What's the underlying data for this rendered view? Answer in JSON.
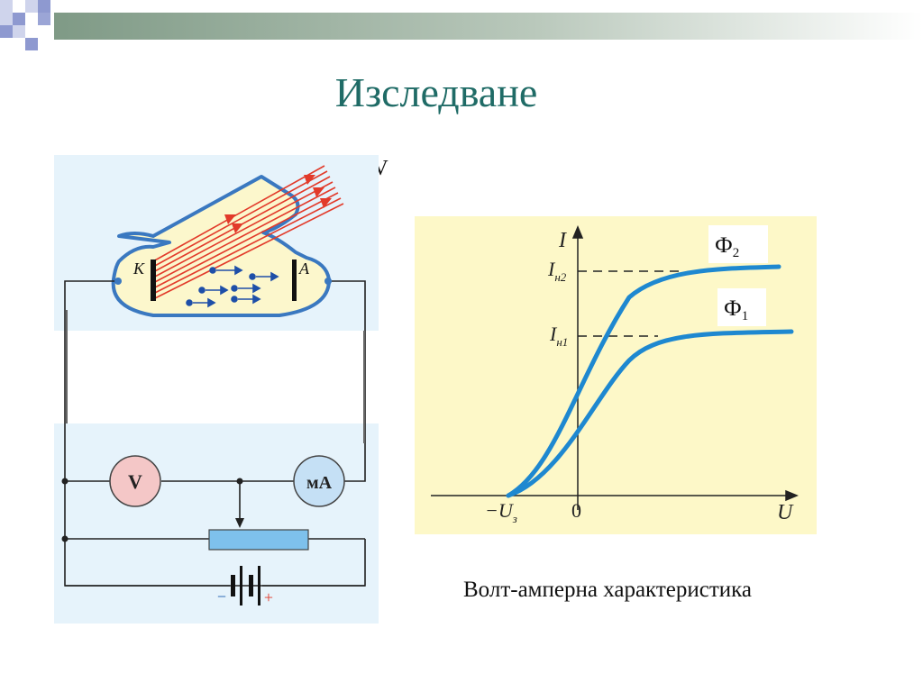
{
  "slide": {
    "title": "Изследване",
    "uv_label": "UV",
    "caption": "Волт-амперна характеристика"
  },
  "circuit": {
    "cathode_label": "K",
    "anode_label": "A",
    "voltmeter_label": "V",
    "ammeter_label": "мА",
    "battery_minus": "−",
    "battery_plus": "+"
  },
  "graph": {
    "y_axis_label": "I",
    "x_axis_label": "U",
    "origin_label": "0",
    "stopping_voltage_label": "−U",
    "stopping_voltage_sub": "з",
    "saturation_label_high": "I",
    "saturation_label_high_sub": "н2",
    "saturation_label_low": "I",
    "saturation_label_low_sub": "н1",
    "curve_high_label": "Ф",
    "curve_high_sub": "2",
    "curve_low_label": "Ф",
    "curve_low_sub": "1"
  },
  "colors": {
    "title": "#1f6b66",
    "curve": "#1e88d0",
    "graph_bg": "#fdf8c8",
    "circuit_bg": "#e6f3fb",
    "tube_fill": "#fcf7cc",
    "tube_outline": "#3a78c0",
    "light_beam": "#e23a2a",
    "resistor": "#7ec1ec",
    "voltmeter": "#f4c7c7",
    "ammeter": "#c5e0f5"
  }
}
